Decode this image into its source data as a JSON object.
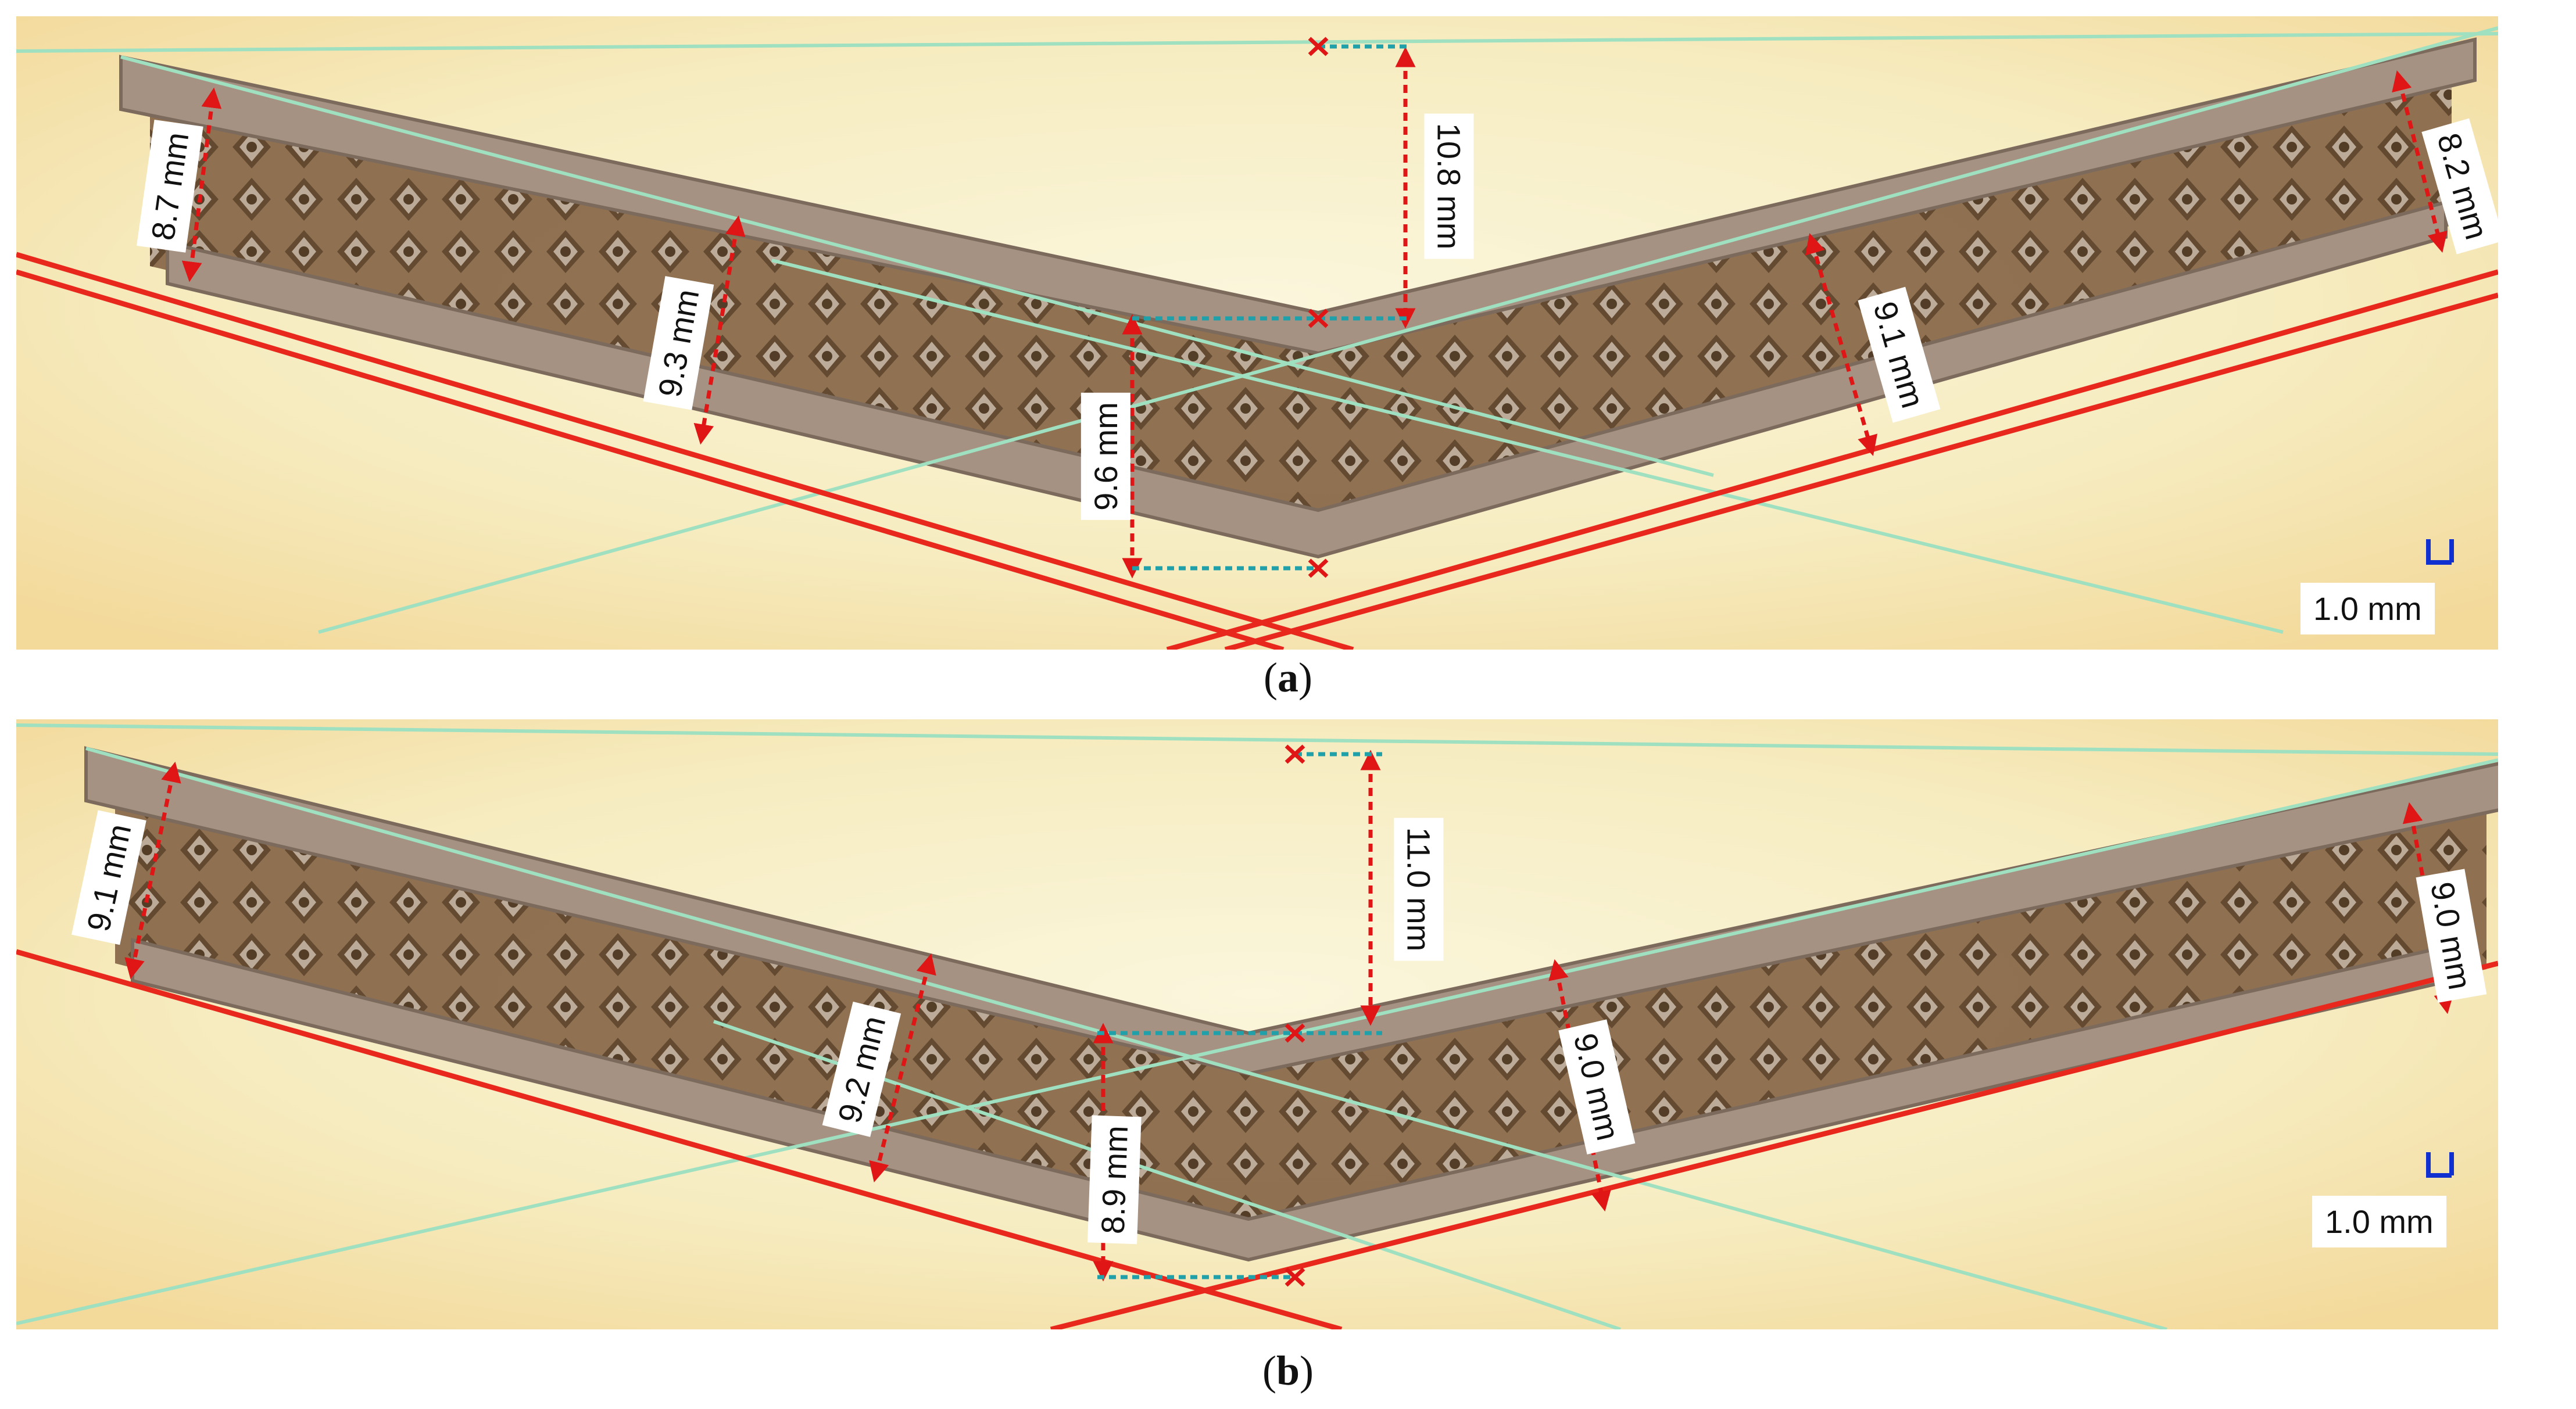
{
  "figure": {
    "panel_a": {
      "caption_open": "(",
      "caption_letter": "a",
      "caption_close": ")",
      "thickness_labels": [
        "8.7 mm",
        "9.3 mm",
        "9.6 mm",
        "9.1 mm",
        "8.2 mm"
      ],
      "deflection_label": "10.8 mm",
      "scale_bar_label": "1.0 mm"
    },
    "panel_b": {
      "caption_open": "(",
      "caption_letter": "b",
      "caption_close": ")",
      "thickness_labels": [
        "9.1 mm",
        "9.2 mm",
        "8.9 mm",
        "9.0 mm",
        "9.0 mm"
      ],
      "deflection_label": "11.0 mm",
      "scale_bar_label": "1.0 mm"
    }
  },
  "colors": {
    "background": "#f7efc2",
    "beam": "#9c8878",
    "lattice_gap": "#6b4f35",
    "reference_line_green": "#9fe0c0",
    "reference_line_red": "#e8281c",
    "measure_arrow": "#e01515",
    "dotted_marker": "#20a0a8",
    "scale_bar": "#1030d0"
  },
  "icons": {
    "measure_arrow": "double-headed-arrow-icon",
    "marker": "cross-marker-icon",
    "scale": "scale-bar-icon"
  }
}
